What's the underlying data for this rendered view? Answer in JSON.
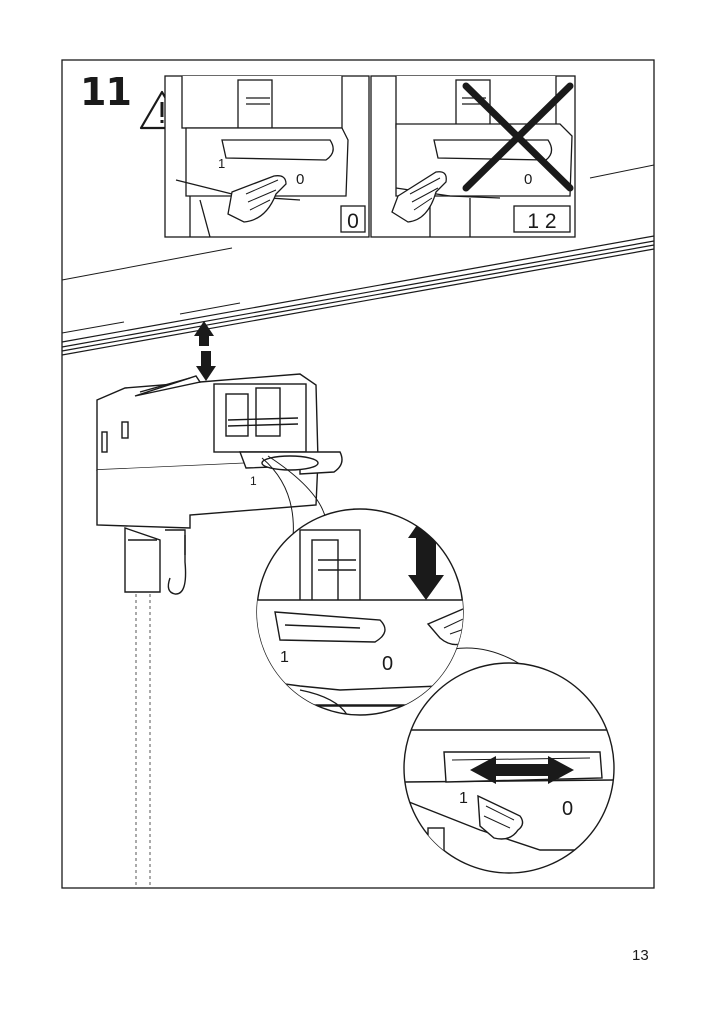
{
  "step": {
    "number": "11"
  },
  "panel_ok": {
    "label": "0"
  },
  "panel_wrong": {
    "label": "1 2"
  },
  "adapter": {
    "dial_position_label": "1"
  },
  "zoom_top": {
    "left_label": "1",
    "right_label": "0"
  },
  "zoom_bottom": {
    "left_label": "1",
    "right_label": "0"
  },
  "panel_dial": {
    "left_label": "1",
    "right_label": "0"
  },
  "footer": {
    "page_number": "13"
  },
  "icons": [
    "warning-triangle-icon",
    "cross-out-icon",
    "double-arrow-vertical-icon",
    "double-arrow-horizontal-icon",
    "pointing-hand-icon"
  ]
}
